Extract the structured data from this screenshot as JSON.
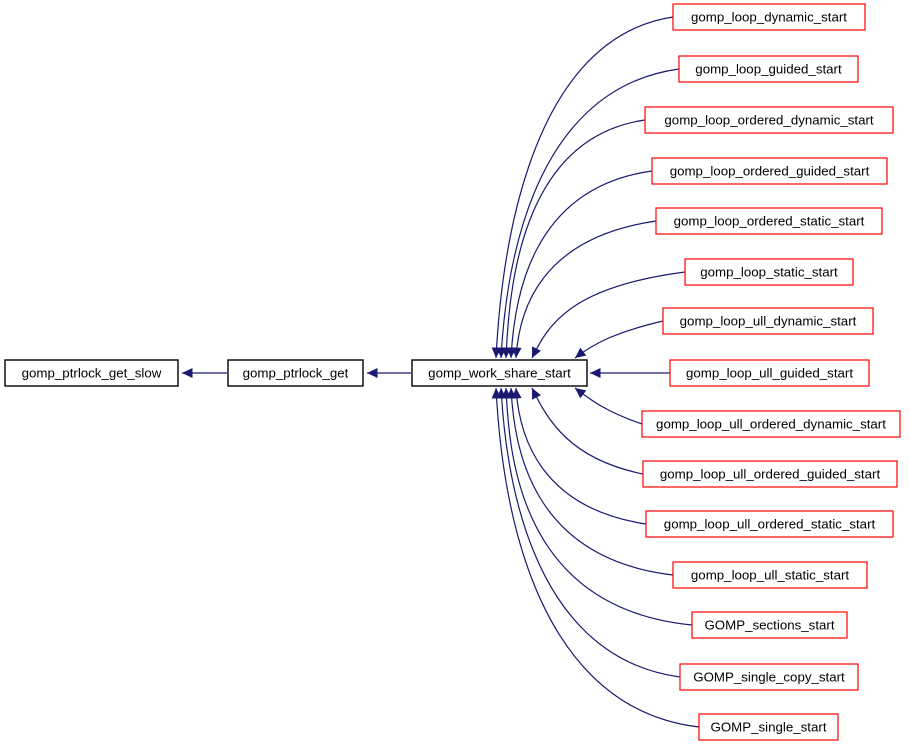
{
  "diagram": {
    "type": "doxygen-caller-graph",
    "background": "#ffffff",
    "colors": {
      "edge": "#191970",
      "caller_border": "#ff0000",
      "node_border": "#000000",
      "focus_fill": "#bfbfbf",
      "node_fill": "#ffffff",
      "text": "#000000"
    },
    "focus_node": "gomp_ptrlock_get_slow",
    "chain": {
      "mid": "gomp_ptrlock_get",
      "hub": "gomp_work_share_start"
    },
    "callers": [
      "gomp_loop_dynamic_start",
      "gomp_loop_guided_start",
      "gomp_loop_ordered_dynamic_start",
      "gomp_loop_ordered_guided_start",
      "gomp_loop_ordered_static_start",
      "gomp_loop_static_start",
      "gomp_loop_ull_dynamic_start",
      "gomp_loop_ull_guided_start",
      "gomp_loop_ull_ordered_dynamic_start",
      "gomp_loop_ull_ordered_guided_start",
      "gomp_loop_ull_ordered_static_start",
      "gomp_loop_ull_static_start",
      "GOMP_sections_start",
      "GOMP_single_copy_start",
      "GOMP_single_start"
    ]
  }
}
